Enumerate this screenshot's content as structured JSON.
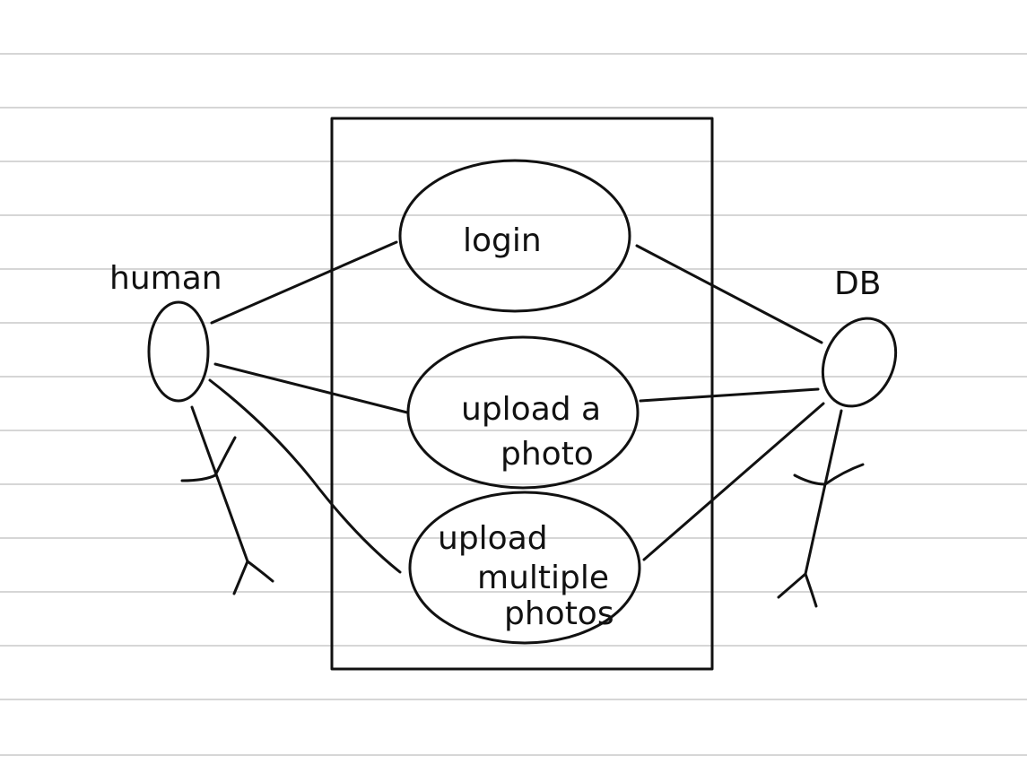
{
  "diagram": {
    "actors": {
      "left": {
        "label": "human"
      },
      "right": {
        "label": "DB"
      }
    },
    "use_cases": [
      {
        "lines": [
          "login"
        ]
      },
      {
        "lines": [
          "upload a",
          "photo"
        ]
      },
      {
        "lines": [
          "upload",
          "multiple",
          "photos"
        ]
      }
    ]
  }
}
